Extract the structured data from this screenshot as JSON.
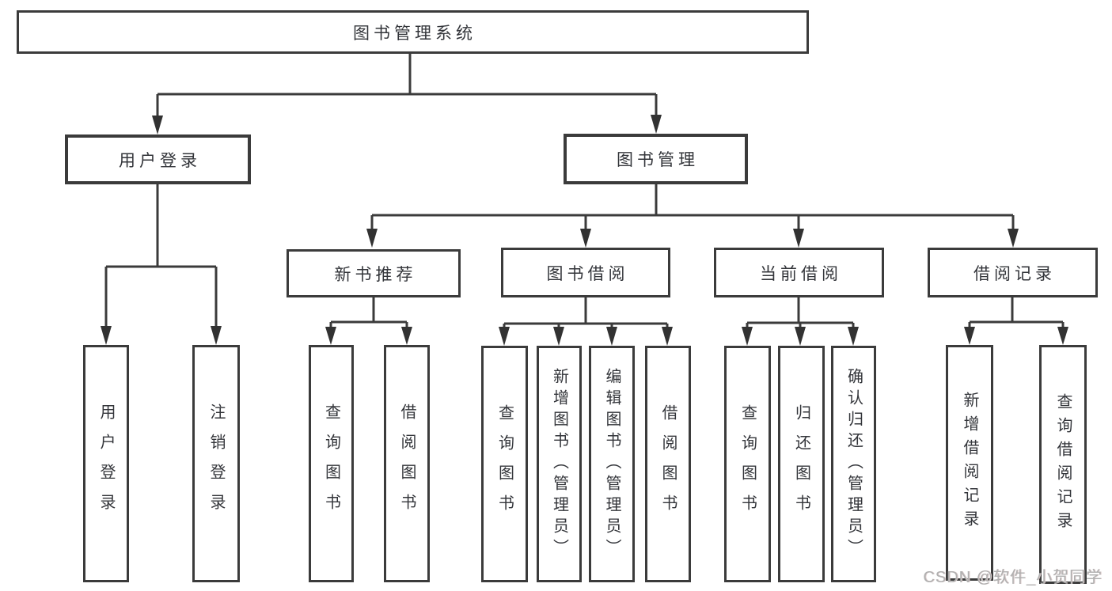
{
  "diagram": {
    "title": "图书管理系统",
    "root": {
      "label": "图书管理系统"
    },
    "level2": [
      {
        "id": "user-login",
        "label": "用户登录",
        "parent": "图书管理系统"
      },
      {
        "id": "book-management",
        "label": "图书管理",
        "parent": "图书管理系统"
      }
    ],
    "level3": [
      {
        "id": "new-book-recommend",
        "label": "新书推荐",
        "parent": "图书管理"
      },
      {
        "id": "book-borrow",
        "label": "图书借阅",
        "parent": "图书管理"
      },
      {
        "id": "current-borrow",
        "label": "当前借阅",
        "parent": "图书管理"
      },
      {
        "id": "borrow-records",
        "label": "借阅记录",
        "parent": "图书管理"
      }
    ],
    "leaves": [
      {
        "label": "用户登录",
        "parent": "用户登录"
      },
      {
        "label": "注销登录",
        "parent": "用户登录"
      },
      {
        "label": "查询图书",
        "parent": "新书推荐"
      },
      {
        "label": "借阅图书",
        "parent": "新书推荐"
      },
      {
        "label": "查询图书",
        "parent": "图书借阅"
      },
      {
        "label": "新增图书（管理员）",
        "parent": "图书借阅"
      },
      {
        "label": "编辑图书（管理员）",
        "parent": "图书借阅"
      },
      {
        "label": "借阅图书",
        "parent": "图书借阅"
      },
      {
        "label": "查询图书",
        "parent": "当前借阅"
      },
      {
        "label": "归还图书",
        "parent": "当前借阅"
      },
      {
        "label": "确认归还（管理员）",
        "parent": "当前借阅"
      },
      {
        "label": "新增借阅记录",
        "parent": "借阅记录"
      },
      {
        "label": "查询借阅记录",
        "parent": "借阅记录"
      }
    ],
    "colors": {
      "line": "#3b3b3b",
      "box_border": "#3b3b3b",
      "text": "#33353a",
      "background": "#ffffff",
      "watermark": "#b0b0b0"
    }
  },
  "watermark": {
    "text": "CSDN @软件_小贺同学"
  }
}
